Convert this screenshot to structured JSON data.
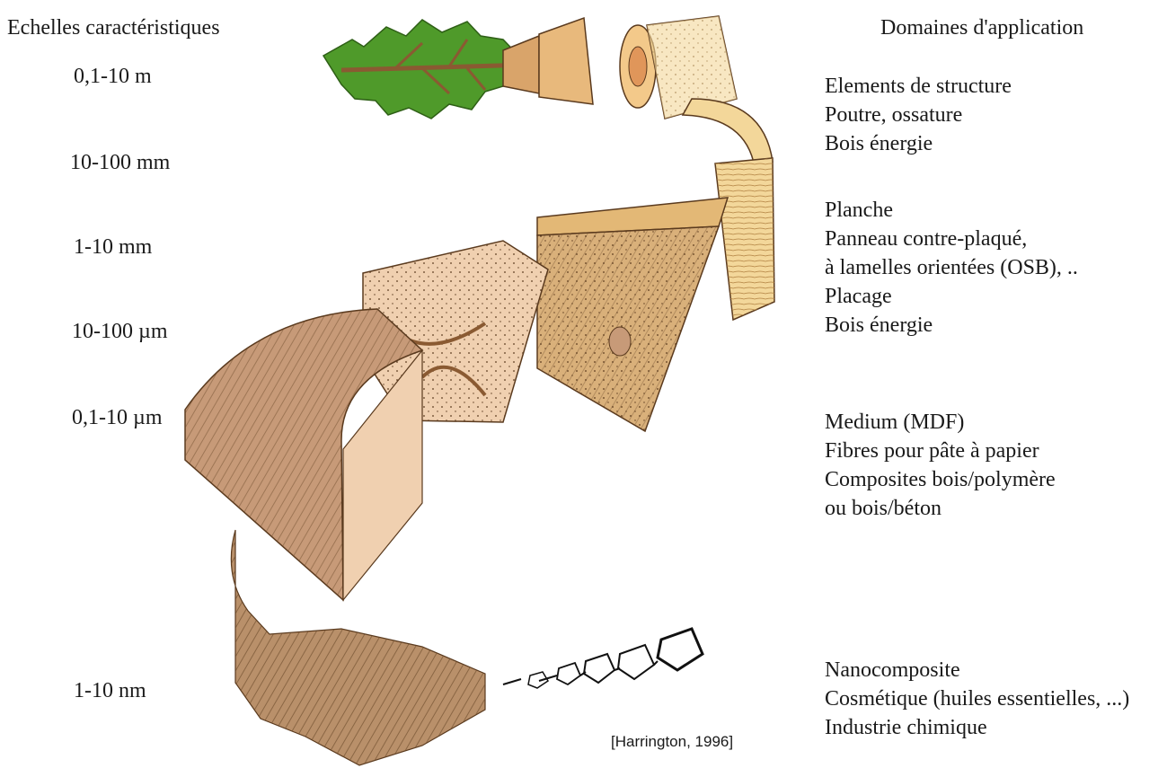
{
  "headers": {
    "left": "Echelles caractéristiques",
    "right": "Domaines d'application"
  },
  "scales": [
    {
      "label": "0,1-10 m"
    },
    {
      "label": "10-100 mm"
    },
    {
      "label": "1-10 mm"
    },
    {
      "label": "10-100 µm"
    },
    {
      "label": "0,1-10 µm"
    },
    {
      "label": "1-10 nm"
    }
  ],
  "applications": [
    {
      "lines": [
        "Elements de structure",
        "Poutre, ossature",
        "Bois énergie"
      ]
    },
    {
      "lines": [
        "Planche",
        "Panneau contre-plaqué,",
        "à lamelles orientées (OSB), ..",
        "Placage",
        "Bois énergie"
      ]
    },
    {
      "lines": [
        "Medium (MDF)",
        "Fibres pour pâte à papier",
        "Composites bois/polymère",
        "ou bois/béton"
      ]
    },
    {
      "lines": [
        "Nanocomposite",
        "Cosmétique (huiles essentielles, ...)",
        "Industrie chimique"
      ]
    }
  ],
  "citation": "[Harrington, 1996]",
  "colors": {
    "leaf": "#4f9a2a",
    "wood_light": "#f3d79a",
    "wood_mid": "#d9a46a",
    "wood_dark": "#8a5a32",
    "cell_wall": "#c79a78",
    "fibril": "#6d5a3a"
  }
}
